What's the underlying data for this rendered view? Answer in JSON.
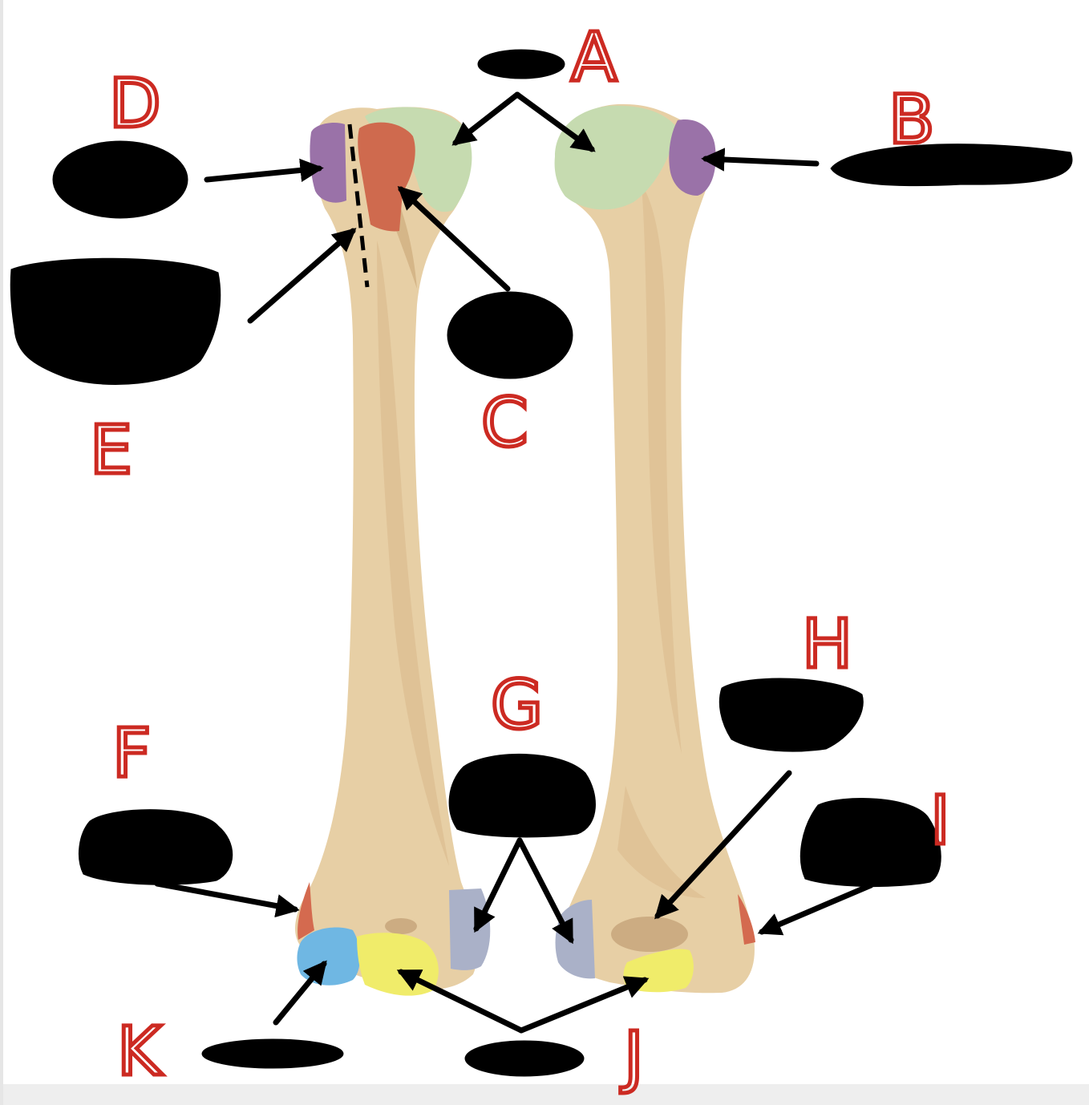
{
  "diagram": {
    "labels": [
      "A",
      "B",
      "C",
      "D",
      "E",
      "F",
      "G",
      "H",
      "I",
      "J",
      "K"
    ],
    "colors": {
      "bone": "#e7cfa5",
      "bone_shade": "#d9b88a",
      "bone_dark": "#c9a574",
      "head": "#c6dbb0",
      "tubercle": "#9a72a8",
      "lesser_tubercle": "#cf6a4e",
      "epicondyle": "#d46a4f",
      "trochlea": "#f0ec6a",
      "capitulum": "#6fb7e3",
      "medial": "#aab1c8",
      "fossa": "#ccac82",
      "label_red": "#cc2a22",
      "scribble": "#000000",
      "background": "#ffffff"
    }
  }
}
